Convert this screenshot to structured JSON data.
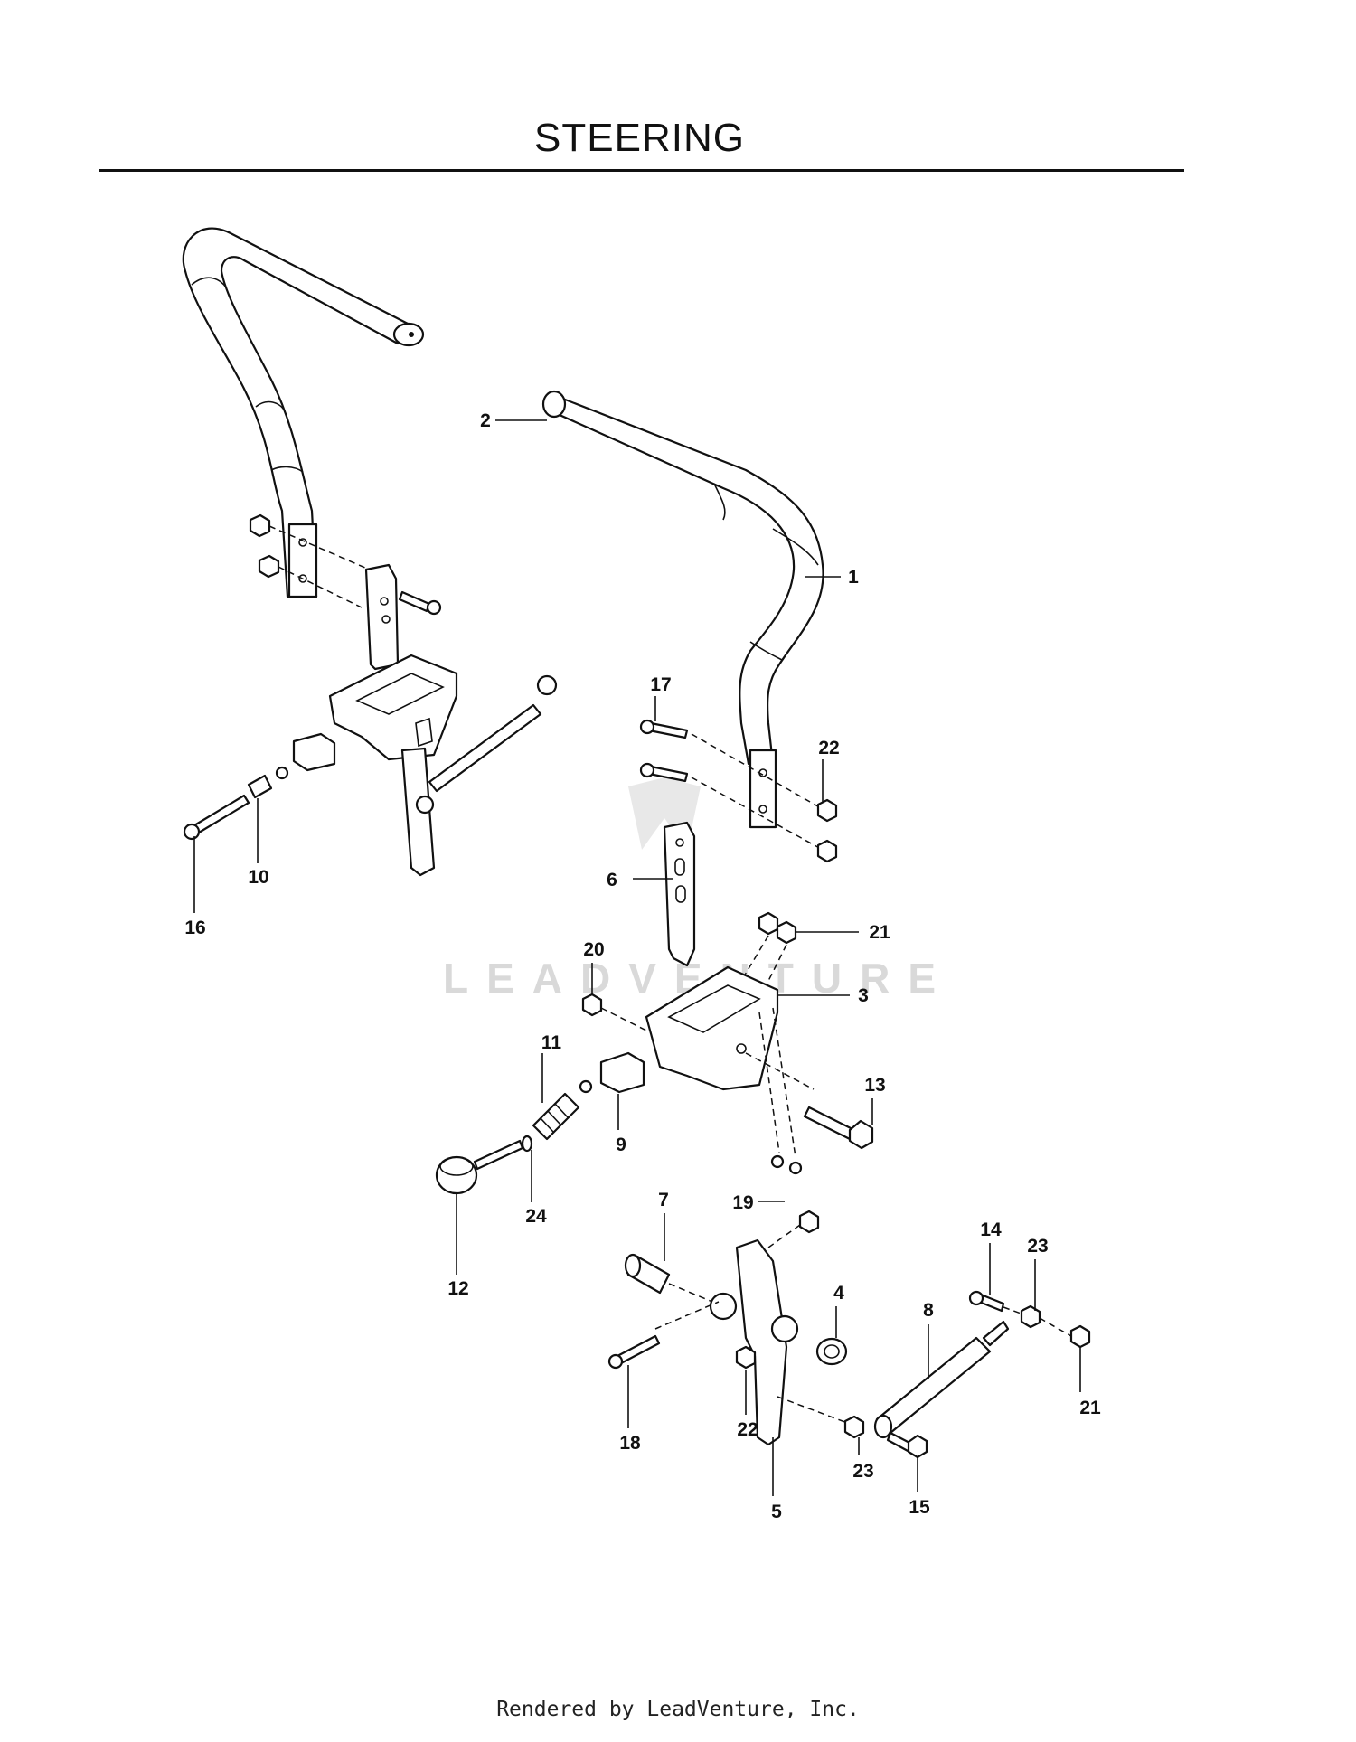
{
  "title": "STEERING",
  "footer": "Rendered by LeadVenture, Inc.",
  "watermark": "LEADVENTURE",
  "callouts": {
    "c1": "1",
    "c2": "2",
    "c3": "3",
    "c4": "4",
    "c5": "5",
    "c6": "6",
    "c7": "7",
    "c8": "8",
    "c9": "9",
    "c10": "10",
    "c11": "11",
    "c12": "12",
    "c13": "13",
    "c14": "14",
    "c15": "15",
    "c16": "16",
    "c17": "17",
    "c18": "18",
    "c19": "19",
    "c20": "20",
    "c21a": "21",
    "c21b": "21",
    "c22a": "22",
    "c22b": "22",
    "c23a": "23",
    "c23b": "23",
    "c24": "24"
  }
}
